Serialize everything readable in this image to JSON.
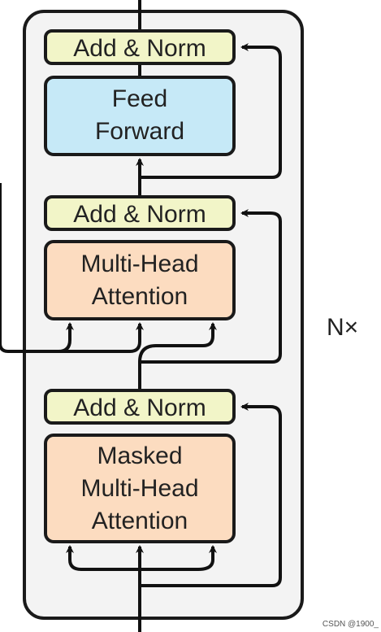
{
  "blocks": {
    "add_norm_top": {
      "label": "Add & Norm",
      "color": "#f2f5c8"
    },
    "feed_forward": {
      "line1": "Feed",
      "line2": "Forward",
      "color": "#c6e9f7"
    },
    "add_norm_middle": {
      "label": "Add & Norm",
      "color": "#f2f5c8"
    },
    "multi_head_attention": {
      "line1": "Multi-Head",
      "line2": "Attention",
      "color": "#fcdcc0"
    },
    "add_norm_bottom": {
      "label": "Add & Norm",
      "color": "#f2f5c8"
    },
    "masked_multi_head_attention": {
      "line1": "Masked",
      "line2": "Multi-Head",
      "line3": "Attention",
      "color": "#fcdcc0"
    }
  },
  "repeat_label": "N×",
  "container_color": "#f3f3f3",
  "watermark": "CSDN @1900_"
}
